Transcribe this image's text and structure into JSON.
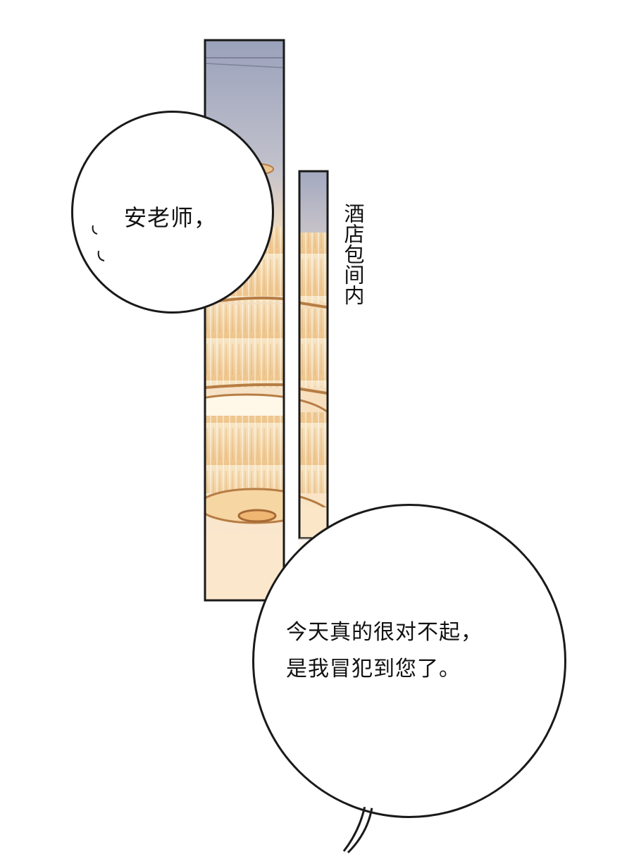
{
  "scene": {
    "caption": "酒店包间内"
  },
  "dialogue": {
    "bubble_1": "安老师，",
    "bubble_2_line_1": "今天真的很对不起，",
    "bubble_2_line_2": "是我冒犯到您了。"
  },
  "colors": {
    "sky_top": "#a8aec2",
    "lamp_glow": "#f5d7a1",
    "lamp_shade": "#e8b97b",
    "lamp_rim": "#c6884a",
    "outline": "#1a1a1a"
  }
}
